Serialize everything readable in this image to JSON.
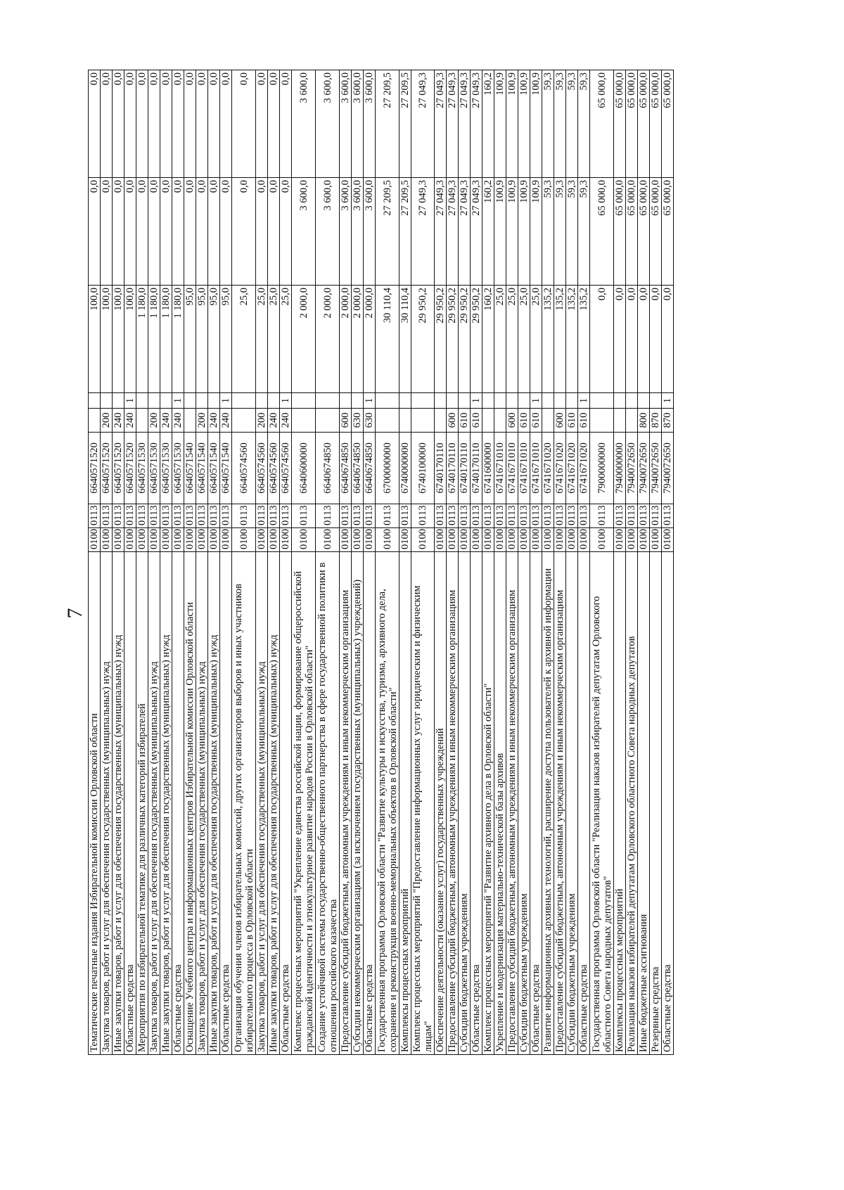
{
  "page_number": "7",
  "rows": [
    [
      "Тематические печатные издания Избирательной комиссии Орловской области",
      "0100",
      "0113",
      "6640571520",
      "",
      "",
      "100,0",
      "0,0",
      "0,0"
    ],
    [
      "Закупка товаров, работ и услуг для обеспечения государственных (муниципальных) нужд",
      "0100",
      "0113",
      "6640571520",
      "200",
      "",
      "100,0",
      "0,0",
      "0,0"
    ],
    [
      "Иные закупки товаров, работ и услуг для обеспечения государственных (муниципальных) нужд",
      "0100",
      "0113",
      "6640571520",
      "240",
      "",
      "100,0",
      "0,0",
      "0,0"
    ],
    [
      "Областные средства",
      "0100",
      "0113",
      "6640571520",
      "240",
      "1",
      "100,0",
      "0,0",
      "0,0"
    ],
    [
      "Мероприятия по избирательной тематике для различных категорий избирателей",
      "0100",
      "0113",
      "6640571530",
      "",
      "",
      "1 180,0",
      "0,0",
      "0,0"
    ],
    [
      "Закупка товаров, работ и услуг для обеспечения государственных (муниципальных) нужд",
      "0100",
      "0113",
      "6640571530",
      "200",
      "",
      "1 180,0",
      "0,0",
      "0,0"
    ],
    [
      "Иные закупки товаров, работ и услуг для обеспечения государственных (муниципальных) нужд",
      "0100",
      "0113",
      "6640571530",
      "240",
      "",
      "1 180,0",
      "0,0",
      "0,0"
    ],
    [
      "Областные средства",
      "0100",
      "0113",
      "6640571530",
      "240",
      "1",
      "1 180,0",
      "0,0",
      "0,0"
    ],
    [
      "Оснащение Учебного центра и информационных центров Избирательной комиссии Орловской области",
      "0100",
      "0113",
      "6640571540",
      "",
      "",
      "95,0",
      "0,0",
      "0,0"
    ],
    [
      "Закупка товаров, работ и услуг для обеспечения государственных (муниципальных) нужд",
      "0100",
      "0113",
      "6640571540",
      "200",
      "",
      "95,0",
      "0,0",
      "0,0"
    ],
    [
      "Иные закупки товаров, работ и услуг для обеспечения государственных (муниципальных) нужд",
      "0100",
      "0113",
      "6640571540",
      "240",
      "",
      "95,0",
      "0,0",
      "0,0"
    ],
    [
      "Областные средства",
      "0100",
      "0113",
      "6640571540",
      "240",
      "1",
      "95,0",
      "0,0",
      "0,0"
    ],
    [
      "Организация обучения членов избирательных комиссий, других организаторов выборов и иных участников избирательного процесса в Орловской области",
      "0100",
      "0113",
      "6640574560",
      "",
      "",
      "25,0",
      "0,0",
      "0,0"
    ],
    [
      "Закупка товаров, работ и услуг для обеспечения государственных (муниципальных) нужд",
      "0100",
      "0113",
      "6640574560",
      "200",
      "",
      "25,0",
      "0,0",
      "0,0"
    ],
    [
      "Иные закупки товаров, работ и услуг для обеспечения государственных (муниципальных) нужд",
      "0100",
      "0113",
      "6640574560",
      "240",
      "",
      "25,0",
      "0,0",
      "0,0"
    ],
    [
      "Областные средства",
      "0100",
      "0113",
      "6640574560",
      "240",
      "1",
      "25,0",
      "0,0",
      "0,0"
    ],
    [
      "Комплекс процессных мероприятий \"Укрепление единства российской нации, формирование общероссийской гражданской идентичности и этнокультурное развитие народов России в Орловской области\"",
      "0100",
      "0113",
      "6640600000",
      "",
      "",
      "2 000,0",
      "3 600,0",
      "3 600,0"
    ],
    [
      "Создание устойчивой системы государственно-общественного партнерства в сфере государственной политики в отношении российского казачества",
      "0100",
      "0113",
      "6640674850",
      "",
      "",
      "2 000,0",
      "3 600,0",
      "3 600,0"
    ],
    [
      "Предоставление субсидий бюджетным, автономным учреждениям и иным некоммерческим организациям",
      "0100",
      "0113",
      "6640674850",
      "600",
      "",
      "2 000,0",
      "3 600,0",
      "3 600,0"
    ],
    [
      "Субсидии некоммерческим организациям (за исключением государственных (муниципальных) учреждений)",
      "0100",
      "0113",
      "6640674850",
      "630",
      "",
      "2 000,0",
      "3 600,0",
      "3 600,0"
    ],
    [
      "Областные средства",
      "0100",
      "0113",
      "6640674850",
      "630",
      "1",
      "2 000,0",
      "3 600,0",
      "3 600,0"
    ],
    [
      "Государственная программа Орловской области \"Развитие культуры и искусства, туризма, архивного дела, сохранение и реконструкция военно-мемориальных объектов в Орловской области\"",
      "0100",
      "0113",
      "6700000000",
      "",
      "",
      "30 110,4",
      "27 209,5",
      "27 209,5"
    ],
    [
      "Комплексы процессных мероприятий",
      "0100",
      "0113",
      "6740000000",
      "",
      "",
      "30 110,4",
      "27 209,5",
      "27 209,5"
    ],
    [
      "Комплекс процессных мероприятий \"Предоставление информационных услуг юридическим и физическим лицам\"",
      "0100",
      "0113",
      "6740100000",
      "",
      "",
      "29 950,2",
      "27 049,3",
      "27 049,3"
    ],
    [
      "Обеспечение деятельности (оказание услуг) государственных учреждений",
      "0100",
      "0113",
      "6740170110",
      "",
      "",
      "29 950,2",
      "27 049,3",
      "27 049,3"
    ],
    [
      "Предоставление субсидий бюджетным, автономным учреждениям и иным некоммерческим организациям",
      "0100",
      "0113",
      "6740170110",
      "600",
      "",
      "29 950,2",
      "27 049,3",
      "27 049,3"
    ],
    [
      "Субсидии бюджетным учреждениям",
      "0100",
      "0113",
      "6740170110",
      "610",
      "",
      "29 950,2",
      "27 049,3",
      "27 049,3"
    ],
    [
      "Областные средства",
      "0100",
      "0113",
      "6740170110",
      "610",
      "1",
      "29 950,2",
      "27 049,3",
      "27 049,3"
    ],
    [
      "Комплекс процессных мероприятий \"Развитие архивного дела в Орловской области\"",
      "0100",
      "0113",
      "6741600000",
      "",
      "",
      "160,2",
      "160,2",
      "160,2"
    ],
    [
      "Укрепление и модернизация материально-технической базы архивов",
      "0100",
      "0113",
      "6741671010",
      "",
      "",
      "25,0",
      "100,9",
      "100,9"
    ],
    [
      "Предоставление субсидий бюджетным, автономным учреждениям и иным некоммерческим организациям",
      "0100",
      "0113",
      "6741671010",
      "600",
      "",
      "25,0",
      "100,9",
      "100,9"
    ],
    [
      "Субсидии бюджетным учреждениям",
      "0100",
      "0113",
      "6741671010",
      "610",
      "",
      "25,0",
      "100,9",
      "100,9"
    ],
    [
      "Областные средства",
      "0100",
      "0113",
      "6741671010",
      "610",
      "1",
      "25,0",
      "100,9",
      "100,9"
    ],
    [
      "Развитие информационных архивных технологий, расширение доступа пользователей к архивной информации",
      "0100",
      "0113",
      "6741671020",
      "",
      "",
      "135,2",
      "59,3",
      "59,3"
    ],
    [
      "Предоставление субсидий бюджетным, автономным учреждениям и иным некоммерческим организациям",
      "0100",
      "0113",
      "6741671020",
      "600",
      "",
      "135,2",
      "59,3",
      "59,3"
    ],
    [
      "Субсидии бюджетным учреждениям",
      "0100",
      "0113",
      "6741671020",
      "610",
      "",
      "135,2",
      "59,3",
      "59,3"
    ],
    [
      "Областные средства",
      "0100",
      "0113",
      "6741671020",
      "610",
      "1",
      "135,2",
      "59,3",
      "59,3"
    ],
    [
      "Государственная программа Орловской области \"Реализация наказов избирателей депутатам Орловского областного Совета народных депутатов\"",
      "0100",
      "0113",
      "7900000000",
      "",
      "",
      "0,0",
      "65 000,0",
      "65 000,0"
    ],
    [
      "Комплексы процессных мероприятий",
      "0100",
      "0113",
      "7940000000",
      "",
      "",
      "0,0",
      "65 000,0",
      "65 000,0"
    ],
    [
      "Реализация наказов избирателей депутатам Орловского областного Совета народных депутатов",
      "0100",
      "0113",
      "7940072650",
      "",
      "",
      "0,0",
      "65 000,0",
      "65 000,0"
    ],
    [
      "Иные бюджетные ассигнования",
      "0100",
      "0113",
      "7940072650",
      "800",
      "",
      "0,0",
      "65 000,0",
      "65 000,0"
    ],
    [
      "Резервные средства",
      "0100",
      "0113",
      "7940072650",
      "870",
      "",
      "0,0",
      "65 000,0",
      "65 000,0"
    ],
    [
      "Областные средства",
      "0100",
      "0113",
      "7940072650",
      "870",
      "1",
      "0,0",
      "65 000,0",
      "65 000,0"
    ]
  ]
}
